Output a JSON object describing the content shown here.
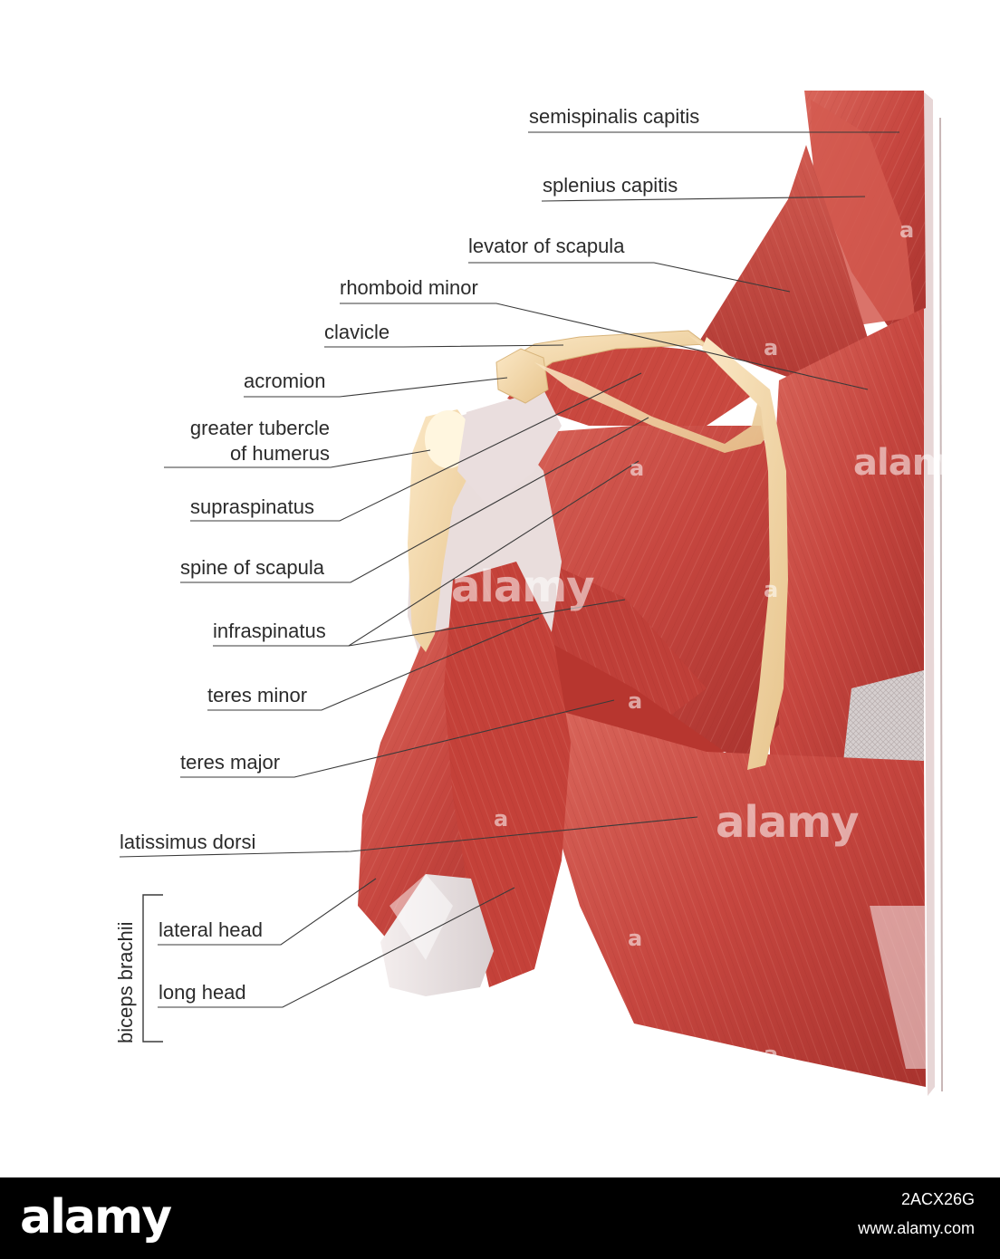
{
  "labels": {
    "semispinalis_capitis": "semispinalis capitis",
    "splenius_capitis": "splenius capitis",
    "levator_of_scapula": "levator of scapula",
    "rhomboid_minor": "rhomboid minor",
    "clavicle": "clavicle",
    "acromion": "acromion",
    "greater_tubercle_line1": "greater tubercle",
    "greater_tubercle_line2": "of humerus",
    "supraspinatus": "supraspinatus",
    "spine_of_scapula": "spine of scapula",
    "infraspinatus": "infraspinatus",
    "teres_minor": "teres minor",
    "teres_major": "teres major",
    "latissimus_dorsi": "latissimus dorsi",
    "lateral_head": "lateral head",
    "long_head": "long head",
    "biceps_brachii": "biceps brachii"
  },
  "watermarks": {
    "brand": "alamy",
    "small_mark": "a"
  },
  "footer": {
    "logo": "alamy",
    "image_id": "2ACX26G",
    "url": "www.alamy.com"
  },
  "colors": {
    "muscle": "#c94a42",
    "muscle_dark": "#a5302c",
    "muscle_light": "#e07a6e",
    "bone": "#f2d6a6",
    "tendon": "#e8e2e2",
    "leader_line": "#3a3a3a",
    "footer_bg": "#000000"
  }
}
